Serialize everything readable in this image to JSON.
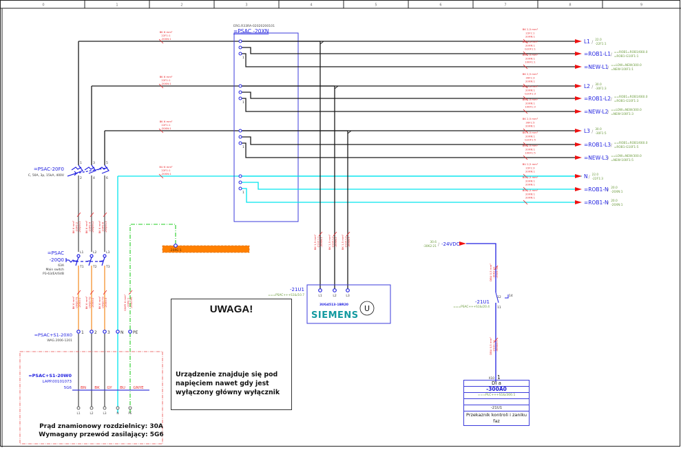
{
  "header": {
    "columns": [
      "0",
      "1",
      "2",
      "3",
      "4",
      "5",
      "6",
      "7",
      "8",
      "9"
    ]
  },
  "colors": {
    "phase_wire": "#1a1a1a",
    "neutral_wire": "#00e5ee",
    "pe_wire": "#22cc22",
    "orange_wire": "#f6a04a",
    "device": "#2020e0",
    "wire_label": "#e8262b",
    "cross_ref": "#6a9a3a",
    "arrow": "#ee1111",
    "pe_bar": "#ff8000",
    "cable_frame": "#e84a4a"
  },
  "terminal_block": {
    "part_number": "ERG.R33RA-02020200101",
    "tag": "=PSAC -20XN"
  },
  "breaker": {
    "tag": "=PSAC-20F0",
    "spec": "C, 50A, 3p, 15kA, 400V",
    "terminals_top": [
      "1",
      "3",
      "5"
    ],
    "terminals_bottom": [
      "2",
      "4",
      "6"
    ]
  },
  "main_switch": {
    "tag_line1": "=PSAC",
    "tag_line2": "-20Q0",
    "rating": "63A",
    "desc": "Main switch",
    "part": "P3-63/EA/SVB",
    "terminals_top": [
      "L1",
      "L2",
      "L3"
    ],
    "terminals_bottom": [
      "T1",
      "T2",
      "T3"
    ]
  },
  "supply_terminals": {
    "tag": "=PSAC+S1-20X0",
    "part": "WAG.2006-1201",
    "labels": [
      "1",
      "2",
      "3",
      "N",
      "PE"
    ]
  },
  "cable": {
    "tag": "=PSAC+S1-20W0",
    "part": "LAPP.00101073",
    "type": "5G6",
    "cores": [
      "BN",
      "BK",
      "GY",
      "BU",
      "GNYE"
    ],
    "ends": [
      "L1",
      "L2",
      "L3",
      "N",
      "PE"
    ]
  },
  "supply_note": {
    "line1": "Prąd znamionowy rozdzielnicy: 30A",
    "line2": "Wymagany przewód zasilający: 5G6"
  },
  "warning": {
    "title": "UWAGA!",
    "text": "Urządzenie znajduje się pod napięciem nawet gdy jest wyłączony główny wyłącznik"
  },
  "pe_bar": {
    "label": "-20PE:1"
  },
  "phase_monitor": {
    "tag": "-21U1",
    "ref": "===PSAC+++S1&/10.7",
    "model": "3UG4513-1BR20",
    "brand": "SIEMENS",
    "symbol": "U",
    "terminals": [
      "L1",
      "L2",
      "L3"
    ]
  },
  "supply_24v": {
    "ref_top": "30.6",
    "ref_bottom": "-30K2:21",
    "label": "-24VDC"
  },
  "contact": {
    "tag": "-21U1",
    "ref": "===PSAC+++S1&/20.4",
    "t12": "12",
    "t14": "14",
    "t11": "11"
  },
  "plc_input": {
    "pin_prefix": "X10",
    "pin": "1",
    "rows": [
      "DI a",
      "-300A0",
      "===PLC+++S1&/300.1",
      "",
      "-21U1"
    ],
    "desc": "Przekaznik kontroli i zaniku faz"
  },
  "wire_labels": {
    "bus": "BK 6 mm²",
    "bus_refs": [
      "22F1:1",
      "-20XN:1"
    ],
    "out": "BK 2,5 mm²",
    "out_n": "BU 2,5 mm²"
  },
  "outputs": [
    {
      "tag": "L1",
      "ref1": "22.0",
      "ref2": "-22F1:1",
      "wire": [
        "BK 2,5 mm²",
        "22F1:1",
        "20XN:1"
      ],
      "color": "phase"
    },
    {
      "tag": "=ROB1-L1",
      "ref1": "==ROB1=ROB1/660.0",
      "ref2": "=ROB1-G10F1:1",
      "wire": [
        "BK 2,5 mm²",
        "20XN:1",
        "G10F1:1"
      ],
      "color": "phase"
    },
    {
      "tag": "=NEW-L1",
      "ref1": "==LOW=NEW/300.0",
      "ref2": "=NEW-100F1:1",
      "wire": [
        "BK 2,5 mm²",
        "20XN:1",
        "100F1:1"
      ],
      "color": "phase"
    },
    {
      "tag": "L2",
      "ref1": "30.0",
      "ref2": "-30F1:3",
      "wire": [
        "BK 2,5 mm²",
        "30F1:3",
        "20XN:1"
      ],
      "color": "phase"
    },
    {
      "tag": "=ROB1-L2",
      "ref1": "==ROB1=ROB1/660.0",
      "ref2": "=ROB1-G10F1:3",
      "wire": [
        "BK 2,5 mm²",
        "20XN:1",
        "G10F1:3"
      ],
      "color": "phase"
    },
    {
      "tag": "=NEW-L2",
      "ref1": "==LOW=NEW/300.0",
      "ref2": "=NEW-100F1:3",
      "wire": [
        "BK 2,5 mm²",
        "20XN:1",
        "100F1:3"
      ],
      "color": "phase"
    },
    {
      "tag": "L3",
      "ref1": "30.0",
      "ref2": "-30F1:5",
      "wire": [
        "BK 2,5 mm²",
        "30F1:5",
        "20XN:1"
      ],
      "color": "phase"
    },
    {
      "tag": "=ROB1-L3",
      "ref1": "==ROB1=ROB1/660.0",
      "ref2": "=ROB1-G10F1:5",
      "wire": [
        "BK 2,5 mm²",
        "20XN:1",
        "G10F1:5"
      ],
      "color": "phase"
    },
    {
      "tag": "=NEW-L3",
      "ref1": "==LOW=NEW/300.0",
      "ref2": "=NEW-100F1:5",
      "wire": [
        "BK 2,5 mm²",
        "20XN:1",
        "100F1:5"
      ],
      "color": "phase"
    },
    {
      "tag": "N",
      "ref1": "22.0",
      "ref2": "-22F1:3",
      "wire": [
        "BU 2,5 mm²",
        "22F1:3",
        "20XN:1"
      ],
      "color": "neutral"
    },
    {
      "tag": "=ROB1-N",
      "ref1": "20.0",
      "ref2": "-20XN:1",
      "wire": [
        "BU 2,5 mm²",
        "20XN:1",
        "20XN:1"
      ],
      "color": "neutral"
    },
    {
      "tag": "=ROB1-N",
      "ref1": "20.0",
      "ref2": "-20XN:1",
      "wire": [
        "BU 2,5 mm²",
        "20XN:1",
        "20XN:1"
      ],
      "color": "neutral"
    }
  ]
}
